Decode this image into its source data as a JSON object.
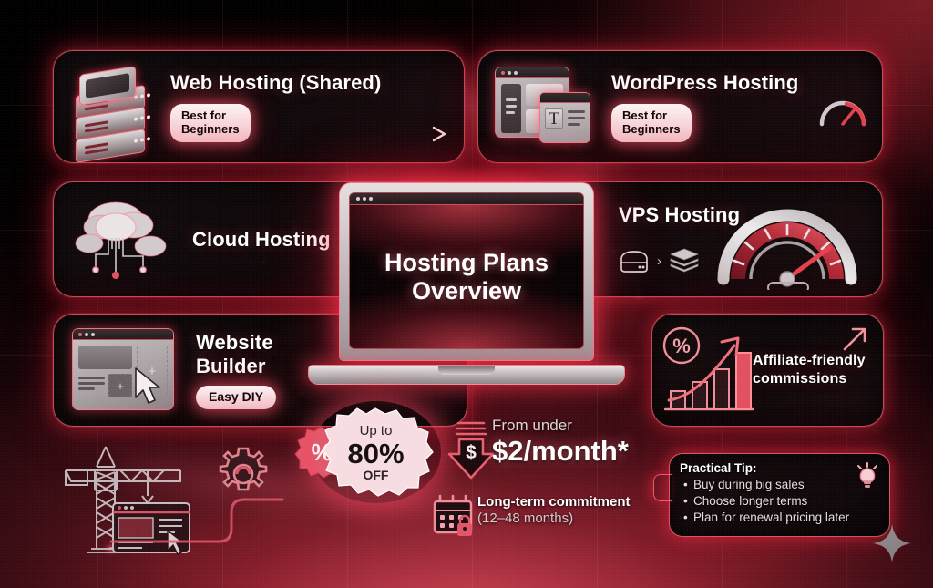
{
  "meta": {
    "title": "Hosting Plans Overview",
    "theme": {
      "background_dark": "#0a0305",
      "background_red": "#9e2432",
      "accent_red": "#ff4a63",
      "card_bg": "#160e10",
      "card_border": "#ff6978",
      "pill_bg": "#f9dbdf",
      "pill_text": "#140608",
      "text_primary": "#ffffff",
      "text_secondary": "#d4cbcc",
      "sparkle": "#9b9497"
    }
  },
  "center": {
    "device": "laptop",
    "screen_title_line1": "Hosting Plans",
    "screen_title_line2": "Overview"
  },
  "cards": [
    {
      "id": "web-hosting",
      "title": "Web Hosting (Shared)",
      "badge": "Best for Beginners",
      "badge_line1": "Best for",
      "badge_line2": "Beginners",
      "icon": "server-stack-icon",
      "row": 1,
      "side": "left"
    },
    {
      "id": "wordpress-hosting",
      "title": "WordPress Hosting",
      "badge": "Best for Beginners",
      "badge_line1": "Best for",
      "badge_line2": "Beginners",
      "icon": "browser-window-icon",
      "secondary_icon": "speedometer-icon",
      "row": 1,
      "side": "right"
    },
    {
      "id": "cloud-hosting",
      "title": "Cloud Hosting",
      "badge": null,
      "icon": "cloud-network-icon",
      "row": 2,
      "side": "left"
    },
    {
      "id": "vps-hosting",
      "title": "VPS Hosting",
      "badge": null,
      "icon": "speedometer-icon",
      "secondary_icon": "server-to-stack-icon",
      "row": 2,
      "side": "right"
    },
    {
      "id": "website-builder",
      "title_line1": "Website",
      "title_line2": "Builder",
      "title": "Website Builder",
      "badge": "Easy DIY",
      "icon": "drag-drop-builder-icon",
      "row": 3,
      "side": "left"
    },
    {
      "id": "affiliate-commissions",
      "title_line1": "Affiliate-friendly",
      "title_line2": "commissions",
      "title": "Affiliate-friendly commissions",
      "badge": null,
      "icon": "growth-chart-percent-icon",
      "secondary_icon": "arrow-up-right-icon",
      "row": 3,
      "side": "right"
    }
  ],
  "offer": {
    "badge_line1": "Up to",
    "badge_value": "80%",
    "badge_line3": "OFF",
    "percent_symbol": "%",
    "price_prefix": "From under",
    "price_value": "$2/month*",
    "term_title": "Long-term commitment",
    "term_detail": "(12–48 months)",
    "term_icon": "calendar-lock-icon",
    "price_icon": "down-arrow-dollar-icon"
  },
  "tip": {
    "title": "Practical Tip:",
    "icon": "lightbulb-icon",
    "items": [
      "Buy during big sales",
      "Choose longer terms",
      "Plan for renewal pricing later"
    ]
  },
  "decor": {
    "flow_arrow": "arrow-right-icon",
    "crane": "construction-crane-icon",
    "gear": "gear-icon",
    "sparkle": "sparkle-star-icon"
  }
}
